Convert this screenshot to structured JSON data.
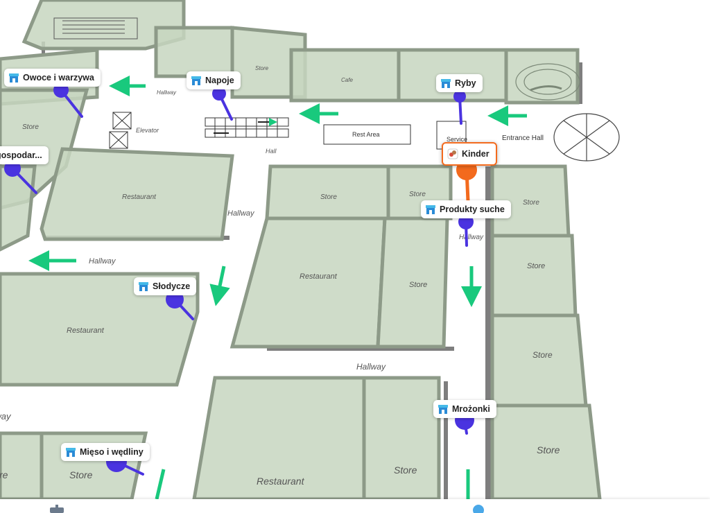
{
  "map": {
    "colors": {
      "room_fill": "#c7d6bf",
      "room_wall": "#8d9a88",
      "floor": "#ffffff",
      "hall_wall": "#7e7e7e",
      "arrow": "#19c97d",
      "pin_primary": "#4a33e0",
      "pin_selected": "#f36a1d"
    },
    "room_labels": {
      "store_nw": "Store",
      "store_top": "Store",
      "cafe": "Cafe",
      "restaurant_nw": "Restaurant",
      "store_center_top": "Store",
      "store_center_right": "Store",
      "restaurant_center": "Restaurant",
      "store_center_low": "Store",
      "restaurant_west": "Restaurant",
      "store_east_1": "Store",
      "store_east_2": "Store",
      "store_east_3": "Store",
      "store_east_4": "Store",
      "restaurant_south": "Restaurant",
      "store_south": "Store",
      "store_sw": "Store",
      "store_sw_edge": "Store"
    },
    "area_labels": {
      "hallway_top": "Hallway",
      "elevator": "Elevator",
      "hall": "Hall",
      "rest_area": "Rest Area",
      "service": "Service",
      "entrance_hall": "Entrance Hall",
      "hallway_mid": "Hallway",
      "hallway_left": "Hallway",
      "hallway_right": "Hallway",
      "hallway_south": "Hallway",
      "hallway_sw": "Hallway"
    },
    "pins": [
      {
        "id": "owoce",
        "label": "Owoce i warzywa",
        "icon": "store-icon"
      },
      {
        "id": "napoje",
        "label": "Napoje",
        "icon": "store-icon"
      },
      {
        "id": "ryby",
        "label": "Ryby",
        "icon": "store-icon"
      },
      {
        "id": "gospodar",
        "label": "gospodar...",
        "icon": "store-icon"
      },
      {
        "id": "kinder",
        "label": "Kinder",
        "icon": "toy-store-icon",
        "selected": true
      },
      {
        "id": "produkty",
        "label": "Produkty suche",
        "icon": "store-icon"
      },
      {
        "id": "slodycze",
        "label": "Słodycze",
        "icon": "store-icon"
      },
      {
        "id": "mrozonki",
        "label": "Mrożonki",
        "icon": "store-icon"
      },
      {
        "id": "mieso",
        "label": "Mięso i wędliny",
        "icon": "store-icon"
      }
    ]
  }
}
